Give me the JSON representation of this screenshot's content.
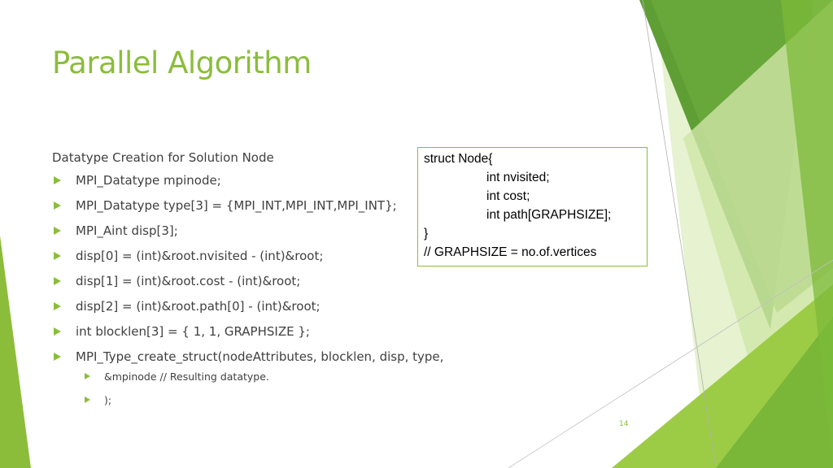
{
  "slide": {
    "title": "Parallel Algorithm",
    "intro": "Datatype Creation for Solution Node",
    "bullets": [
      "MPI_Datatype mpinode;",
      "MPI_Datatype type[3] = {MPI_INT,MPI_INT,MPI_INT};",
      "MPI_Aint disp[3];",
      "disp[0] = (int)&root.nvisited - (int)&root;",
      "disp[1] = (int)&root.cost - (int)&root;",
      "disp[2] = (int)&root.path[0] - (int)&root;",
      "int blocklen[3] = {   1, 1, GRAPHSIZE };",
      "MPI_Type_create_struct(nodeAttributes,     blocklen, disp, type,"
    ],
    "sub_bullets": [
      "&mpinode    // Resulting datatype.",
      ");"
    ],
    "code_box": {
      "lines": [
        "struct Node{",
        "int nvisited;",
        "int cost;",
        "int path[GRAPHSIZE];",
        "}",
        "// GRAPHSIZE = no.of.vertices"
      ]
    },
    "page_number": "14"
  },
  "colors": {
    "accent": "#8bbd3b",
    "text": "#404040",
    "dark_green": "#5a9a2c",
    "light_green": "#c9e29a"
  }
}
